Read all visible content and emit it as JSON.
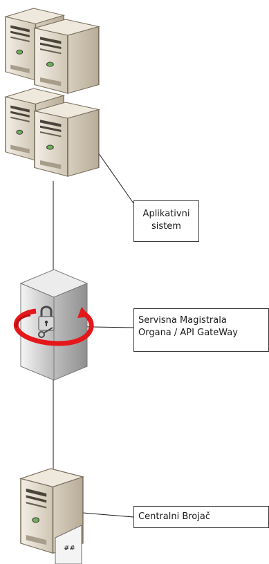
{
  "nodes": {
    "app_system": {
      "label_line1": "Aplikativni",
      "label_line2": "sistem",
      "icon": "server-cluster-icon"
    },
    "service_bus": {
      "label_line1": "Servisna Magistrala",
      "label_line2": "Organa / API GateWay",
      "icon": "secure-gateway-icon"
    },
    "central_counter": {
      "label": "Centralni Brojač",
      "icon": "server-counter-icon",
      "badge": "##"
    }
  },
  "colors": {
    "server_body": "#d9cfbf",
    "server_dark": "#8a7f6f",
    "gateway_body": "#c9c9c9",
    "arrow_red": "#e4171b",
    "line": "#1a1a1a"
  }
}
